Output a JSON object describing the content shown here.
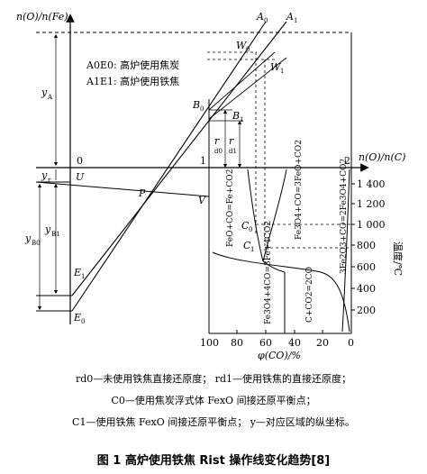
{
  "y_axis_label": "n(O)/n(Fe)",
  "x_axis_label": "n(O)/n(C)",
  "x_ticks": [
    "0",
    "1",
    "2"
  ],
  "bottom_axis_label": "φ(CO)/%",
  "bottom_ticks": [
    "100",
    "80",
    "60",
    "40",
    "20",
    "0"
  ],
  "right_axis_label": "温度/℃",
  "right_ticks": [
    "1 400",
    "1 200",
    "1 000",
    "800",
    "600",
    "400",
    "200"
  ],
  "points": {
    "A0": "A0",
    "A1": "A1",
    "W0": "W0",
    "W1": "W1",
    "B0": "B0",
    "B1": "B1",
    "P": "P",
    "V": "V",
    "U": "U",
    "E0": "E0",
    "E1": "E1",
    "C0": "C0",
    "C1": "C1"
  },
  "dims": {
    "yA": "yA",
    "yr": "yr",
    "yB0": "yB0",
    "yB1": "yB1",
    "rd0": "rd0",
    "rd1": "rd1"
  },
  "inset_legend": {
    "line0": "A0E0: 高炉使用焦炭",
    "line1": "A1E1: 高炉使用铁焦"
  },
  "reactions": [
    "FeO+CO=Fe+CO2",
    "Fe3O4+CO=3FeO+CO2",
    "Fe3O4+4CO=3Fe+4CO2",
    "C+CO2=2CO",
    "3Fe2O3+CO=2Fe3O4+CO2"
  ],
  "legend": {
    "line1": "rd0—未使用铁焦直接还原度；    rd1—使用铁焦的直接还原度；",
    "line2": "C0—使用焦炭浮式体 FexO 间接还原平衡点；",
    "line3": "C1—使用铁焦 FexO 间接还原平衡点；    y—对应区域的纵坐标。"
  },
  "caption": "图 1   高炉使用铁焦 Rist 操作线变化趋势[8]"
}
